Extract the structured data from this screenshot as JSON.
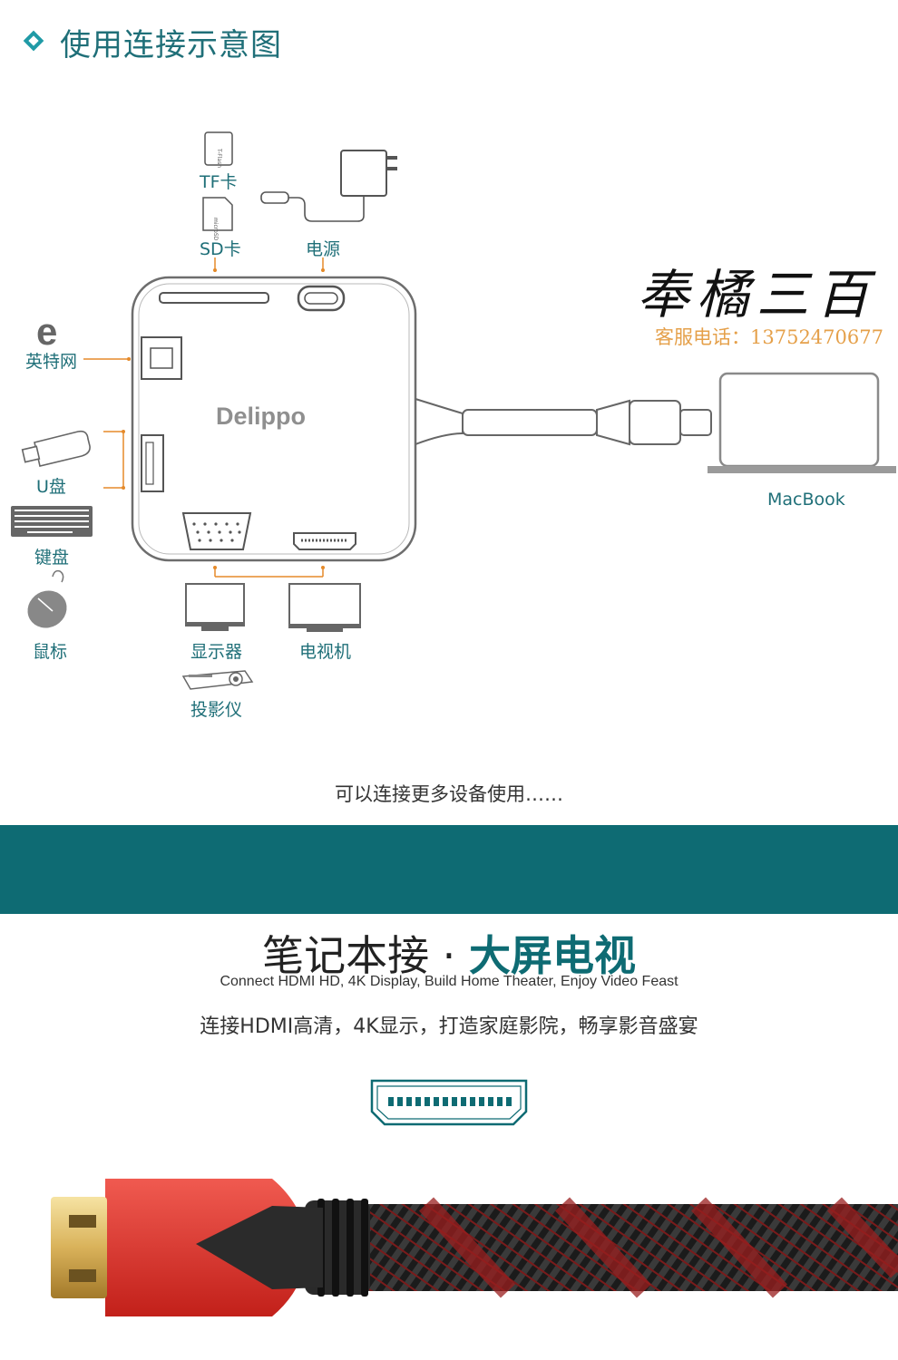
{
  "section": {
    "title": "使用连接示意图"
  },
  "brand": {
    "name_cn": "奉橘三百",
    "phone": "客服电话：13752470677",
    "logo": "Delippo"
  },
  "labels": {
    "tf": "TF卡",
    "sd": "SD卡",
    "power": "电源",
    "ethernet": "英特网",
    "usb": "U盘",
    "keyboard": "键盘",
    "mouse": "鼠标",
    "monitor": "显示器",
    "tv": "电视机",
    "projector": "投影仪",
    "macbook": "MacBook"
  },
  "more": "可以连接更多设备使用……",
  "headline": {
    "part1": "笔记本接 · ",
    "part2": "大屏电视"
  },
  "subline": "Connect HDMI HD, 4K Display, Build Home Theater, Enjoy Video Feast",
  "cnline": "连接HDMI高清，4K显示，打造家庭影院，畅享影音盛宴",
  "colors": {
    "teal": "#1f6f78",
    "band": "#0e6b73",
    "orange": "#e5a04a",
    "red": "#e0322d"
  }
}
